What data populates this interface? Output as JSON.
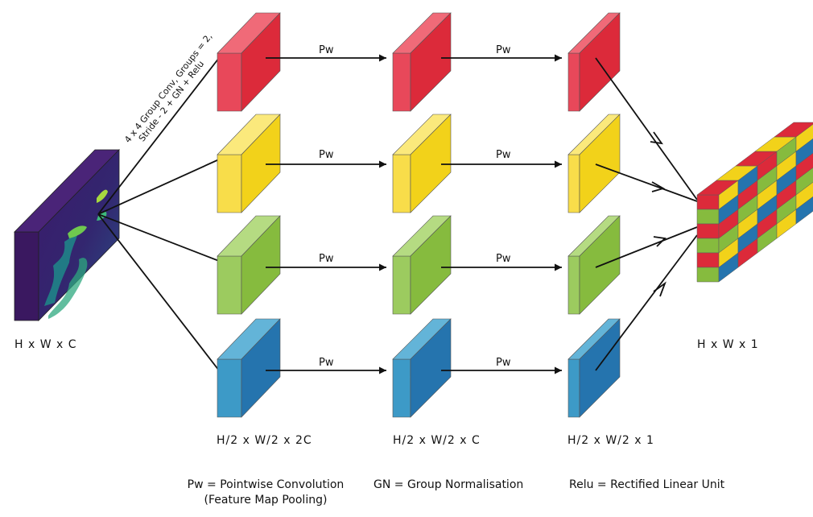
{
  "diagram": {
    "input_label": "H x W x C",
    "branch_label": "4 x 4 Group Conv, Groups = 2,",
    "branch_label_2": "Stride - 2 + GN + Relu",
    "edge_label": "Pw",
    "output_label": "H x W x 1",
    "stage_labels": [
      "H/2 x W/2 x 2C",
      "H/2 x W/2 x C",
      "H/2 x W/2 x 1"
    ],
    "legend": {
      "pw": "Pw = Pointwise Convolution",
      "pw_sub": "(Feature Map Pooling)",
      "gn": "GN = Group Normalisation",
      "relu": "Relu = Rectified Linear Unit"
    },
    "colors": {
      "red": "#dc2a3a",
      "yellow": "#f2d21a",
      "green": "#86bb3e",
      "blue": "#2574ae",
      "input": "#3e1766"
    }
  }
}
